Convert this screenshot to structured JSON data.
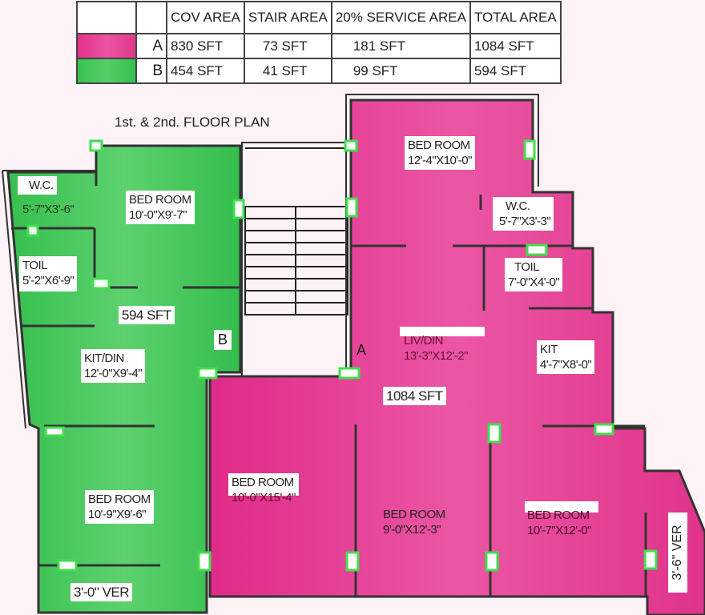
{
  "legend": {
    "headers": [
      "",
      "",
      "COV AREA",
      "STAIR AREA",
      "20% SERVICE AREA",
      "TOTAL AREA"
    ],
    "rows": [
      {
        "unit": "A",
        "color": "#e5409a",
        "cov_area": "830 SFT",
        "stair_area": "73 SFT",
        "service_area": "181 SFT",
        "total_area": "1084 SFT"
      },
      {
        "unit": "B",
        "color": "#44c85c",
        "cov_area": "454 SFT",
        "stair_area": "41 SFT",
        "service_area": "99 SFT",
        "total_area": "594 SFT"
      }
    ]
  },
  "plan": {
    "title": "1st. & 2nd. FLOOR PLAN",
    "colors": {
      "unit_a": "#e5409a",
      "unit_b": "#44c85c",
      "wall": "#333333",
      "door": "#3ee04a",
      "background": "#fdf3f7"
    },
    "unit_a": {
      "letter": "A",
      "area": "1084 SFT",
      "rooms": [
        {
          "name": "BED ROOM",
          "size": "12'-4\"X10'-0\""
        },
        {
          "name": "W.C.",
          "size": "5'-7\"X3'-3\""
        },
        {
          "name": "TOIL",
          "size": "7'-0\"X4'-0\""
        },
        {
          "name": "LIV/DIN",
          "size": "13'-3\"X12'-2\""
        },
        {
          "name": "KIT",
          "size": "4'-7\"X8'-0\""
        },
        {
          "name": "BED ROOM",
          "size": "10'-0\"X15'-4\""
        },
        {
          "name": "BED ROOM",
          "size": "9'-0\"X12'-3\""
        },
        {
          "name": "BED ROOM",
          "size": "10'-7\"X12'-0\""
        }
      ],
      "veranda": "3'-6\"  VER"
    },
    "unit_b": {
      "letter": "B",
      "area": "594 SFT",
      "rooms": [
        {
          "name": "W.C.",
          "size": "5'-7\"X3'-6\""
        },
        {
          "name": "BED ROOM",
          "size": "10'-0\"X9'-7\""
        },
        {
          "name": "TOIL",
          "size": "5'-2\"X6'-9\""
        },
        {
          "name": "KIT/DIN",
          "size": "12'-0\"X9'-4\""
        },
        {
          "name": "BED ROOM",
          "size": "10'-9\"X9'-6\""
        }
      ],
      "veranda": "3'-0\"  VER"
    }
  }
}
